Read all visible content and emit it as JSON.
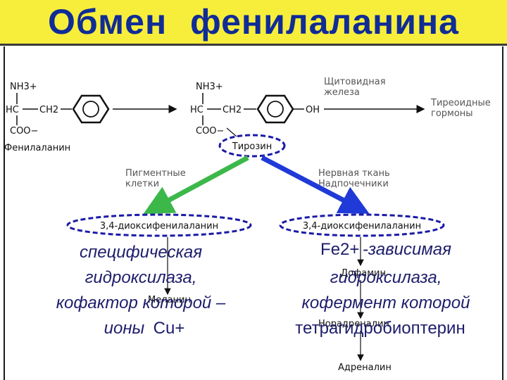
{
  "title": "Обмен   фенилаланина",
  "compounds": {
    "phe_nh3": "NH3+",
    "phe_hc": "HC",
    "phe_ch2": "CH2",
    "phe_coo": "COO−",
    "phe_name": "Фенилаланин",
    "tyr_nh3": "NH3+",
    "tyr_hc": "HC",
    "tyr_ch2": "CH2",
    "tyr_oh": "OH",
    "tyr_coo": "COO−",
    "tyrosine": "Тирозин",
    "dopa_left": "3,4-диоксифенилаланин",
    "dopa_right": "3,4-диоксифенилаланин",
    "melanin": "Меланин",
    "dopamine": "Дофамин",
    "norepinephrine": "Норадреналин",
    "adrenaline": "Адреналин"
  },
  "labels": {
    "thyroid_1": "Щитовидная",
    "thyroid_2": "железа",
    "thyroid_hormones_1": "Тиреоидные",
    "thyroid_hormones_2": "гормоны",
    "pigment_1": "Пигментные",
    "pigment_2": "клетки",
    "nerve_1": "Нервная ткань",
    "nerve_2": "Надпочечники"
  },
  "overlay": {
    "left_1": "специфическая",
    "left_2": "гидроксилаза,",
    "left_3": "кофактор  которой –",
    "left_4a": "ионы",
    "left_4b": "Cu+",
    "right_1a": "Fe2+",
    "right_1b": "-зависимая",
    "right_2": "гидроксилаза,",
    "right_3": "кофермент  которой",
    "right_4": "тетрагидробиоптерин"
  },
  "colors": {
    "title_bg": "#f7ee3c",
    "title_text": "#102c96",
    "green_arrow": "#3cb84a",
    "blue_arrow": "#1f3ad6",
    "dashed_oval": "#1a1aa8"
  }
}
